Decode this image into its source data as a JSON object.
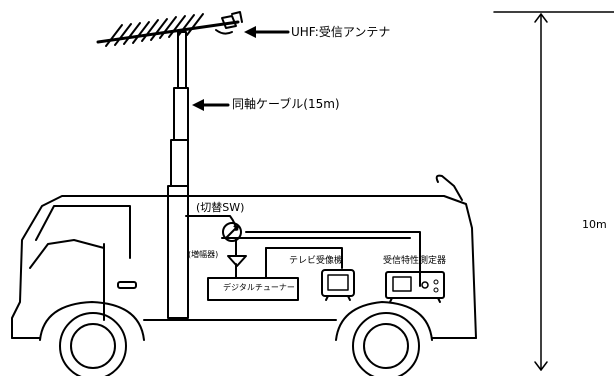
{
  "labels": {
    "antenna": "UHF:受信アンテナ",
    "cable": "同軸ケーブル(15m)",
    "switch": "(切替SW)",
    "amplifier": "(増幅器)",
    "tv_receiver": "テレビ受像機",
    "meter": "受信特性測定器",
    "tuner": "デジタルチューナー",
    "height": "10m"
  },
  "colors": {
    "line": "#000000",
    "background": "#ffffff"
  },
  "icons": [
    "uhf-antenna-icon",
    "switch-icon",
    "amplifier-icon",
    "tv-receiver-icon",
    "measurement-meter-icon",
    "digital-tuner-box"
  ]
}
